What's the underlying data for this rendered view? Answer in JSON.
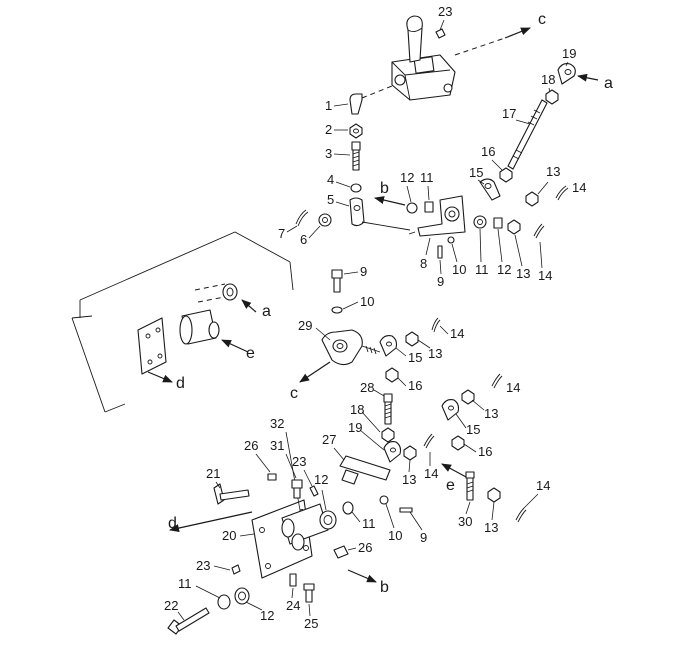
{
  "callouts": {
    "c1": "1",
    "c2": "2",
    "c3": "3",
    "c4": "4",
    "c5": "5",
    "c6": "6",
    "c7": "7",
    "c8": "8",
    "c9a": "9",
    "c9b": "9",
    "c9c": "9",
    "c10a": "10",
    "c10b": "10",
    "c10c": "10",
    "c11a": "11",
    "c11b": "11",
    "c11c": "11",
    "c11d": "11",
    "c12a": "12",
    "c12b": "12",
    "c12c": "12",
    "c12d": "12",
    "c13a": "13",
    "c13b": "13",
    "c13c": "13",
    "c13d": "13",
    "c13e": "13",
    "c13f": "13",
    "c14a": "14",
    "c14b": "14",
    "c14c": "14",
    "c14d": "14",
    "c14e": "14",
    "c14f": "14",
    "c15a": "15",
    "c15b": "15",
    "c15c": "15",
    "c16a": "16",
    "c16b": "16",
    "c16c": "16",
    "c17": "17",
    "c18a": "18",
    "c18b": "18",
    "c19a": "19",
    "c19b": "19",
    "c20": "20",
    "c21": "21",
    "c22": "22",
    "c23a": "23",
    "c23b": "23",
    "c23c": "23",
    "c24": "24",
    "c25": "25",
    "c26a": "26",
    "c26b": "26",
    "c27": "27",
    "c28": "28",
    "c29": "29",
    "c30": "30",
    "c31": "31",
    "c32": "32"
  },
  "arrows": {
    "a_top": "a",
    "a_mid": "a",
    "b_top": "b",
    "b_bottom": "b",
    "c_top": "c",
    "c_mid": "c",
    "d_left": "d",
    "d_bottom": "d",
    "e_left": "e",
    "e_right": "e"
  }
}
